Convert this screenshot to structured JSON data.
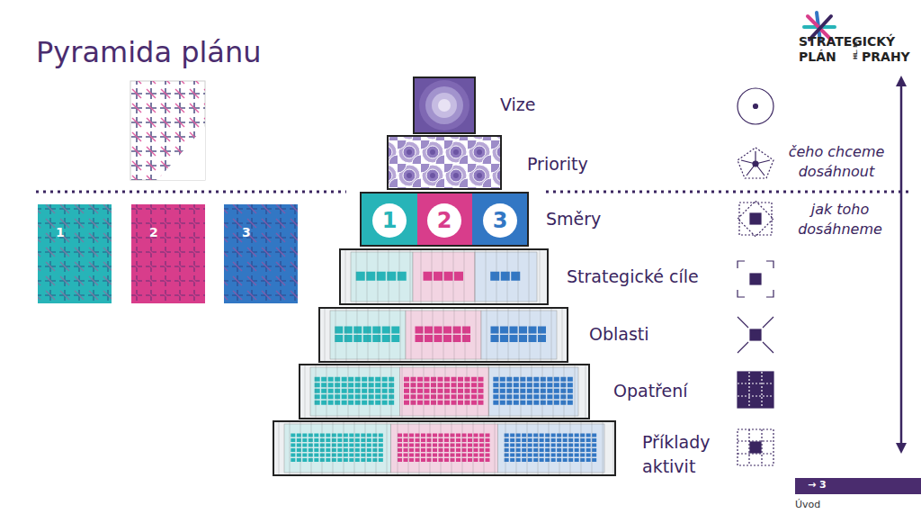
{
  "diagram": {
    "title": "Pyramida plánu",
    "nodes": [
      {
        "text": [
          "1"
        ]
      },
      {
        "text": [
          "2"
        ]
      },
      {
        "text": [
          "3"
        ]
      }
    ],
    "labels": [
      "Vize",
      "Priority",
      "Směry",
      "Strategické cíle",
      "Oblasti",
      "Opatření",
      "Příklady aktivit",
      "čeho chceme dosáhnout",
      "jak toho dosáhneme",
      "STRATEGICKÝ",
      "PLÁN",
      "HL. M.",
      "PRAHY",
      "→ 3",
      "Úvod",
      "1",
      "2",
      "3"
    ]
  }
}
